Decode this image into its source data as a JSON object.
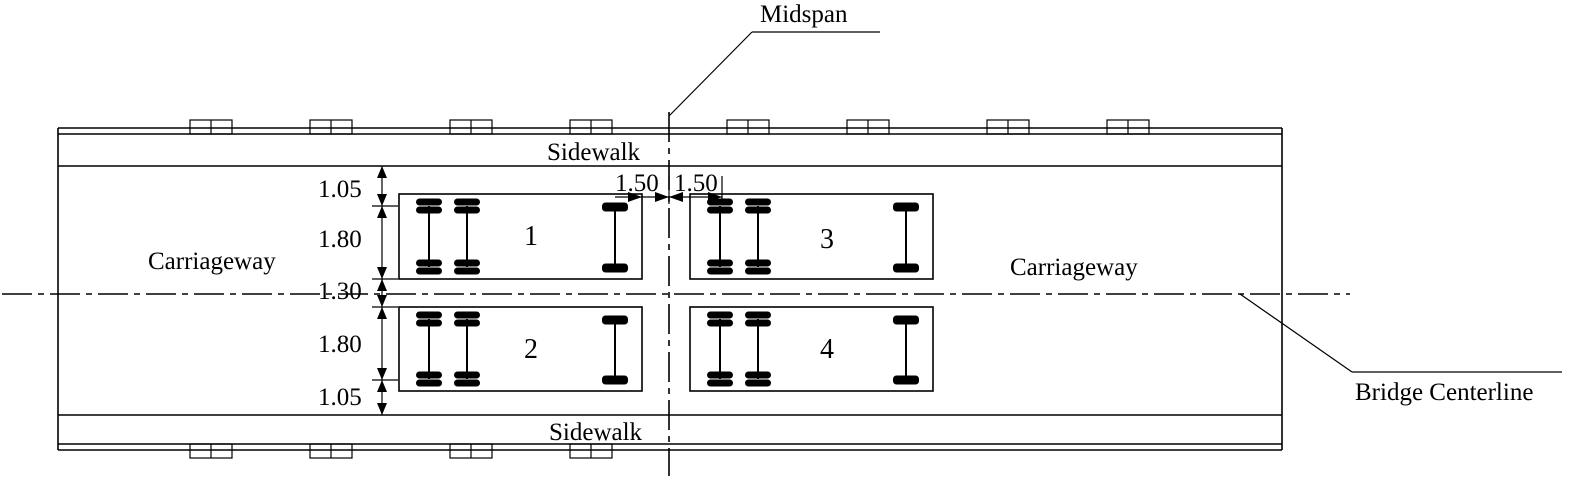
{
  "labels": {
    "midspan": "Midspan",
    "sidewalk_top": "Sidewalk",
    "sidewalk_bottom": "Sidewalk",
    "carriageway_left": "Carriageway",
    "carriageway_right": "Carriageway",
    "bridge_centerline": "Bridge Centerline"
  },
  "dimensions": {
    "lateral": [
      "1.05",
      "1.80",
      "1.30",
      "1.80",
      "1.05"
    ],
    "longitudinal": [
      "1.50",
      "1.50"
    ]
  },
  "vehicles": [
    {
      "id": "1"
    },
    {
      "id": "2"
    },
    {
      "id": "3"
    },
    {
      "id": "4"
    }
  ]
}
